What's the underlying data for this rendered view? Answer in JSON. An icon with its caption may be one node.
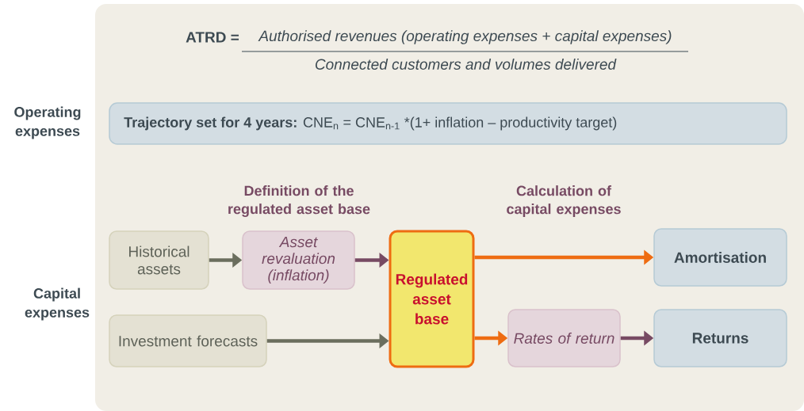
{
  "diagram": {
    "nodes": [
      {
        "text": [
          "**Trajectory set for 4 years:** CNE$_{n}$ = CNE$_{n-1}$ *(1+ inflation – productivity target)"
        ]
      },
      {
        "text": [
          "Historical assets"
        ]
      },
      {
        "text": [
          "Asset revaluation (inflation)"
        ]
      },
      {
        "text": [
          "Regulated asset base"
        ]
      },
      {
        "text": [
          "Investment forecasts"
        ]
      },
      {
        "text": [
          "Amortisation"
        ]
      },
      {
        "text": [
          "Rates of return"
        ]
      },
      {
        "text": [
          "Returns"
        ]
      }
    ],
    "edges": [
      {
        "from": 1,
        "to": 2,
        "arrow": "to",
        "color": "#6b6e5e"
      },
      {
        "from": 2,
        "to": 3,
        "arrow": "to",
        "color": "#774a63"
      },
      {
        "from": 4,
        "to": 3,
        "arrow": "to",
        "color": "#6b6e5e"
      },
      {
        "from": 3,
        "to": 5,
        "arrow": "to",
        "color": "#ee6c12"
      },
      {
        "from": 3,
        "to": 6,
        "arrow": "to",
        "color": "#ee6c12"
      },
      {
        "from": 6,
        "to": 7,
        "arrow": "to",
        "color": "#774a63"
      }
    ],
    "labels": [
      "ATRD =",
      "Authorised revenues (operating expenses + capital expenses)",
      "Connected customers and volumes delivered",
      "Operating expenses",
      "Definition of the regulated asset base",
      "Calculation of capital expenses",
      "Capital expenses"
    ]
  }
}
